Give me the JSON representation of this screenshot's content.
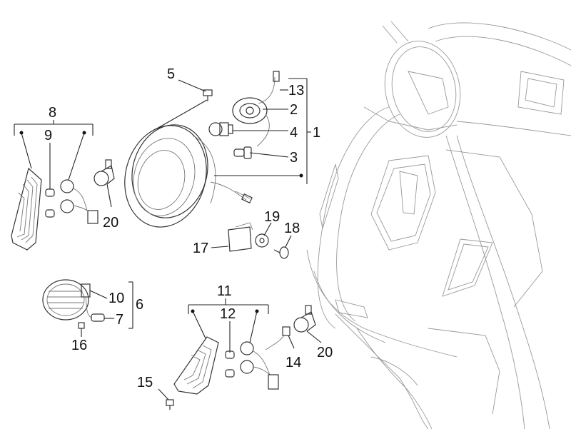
{
  "callouts": [
    "1",
    "2",
    "3",
    "4",
    "5",
    "6",
    "7",
    "8",
    "9",
    "10",
    "11",
    "12",
    "13",
    "14",
    "15",
    "16",
    "17",
    "18",
    "19",
    "20",
    "20"
  ],
  "colors": {
    "line": "#333333",
    "ghost": "#999999",
    "label": "#111111",
    "background": "#ffffff"
  }
}
